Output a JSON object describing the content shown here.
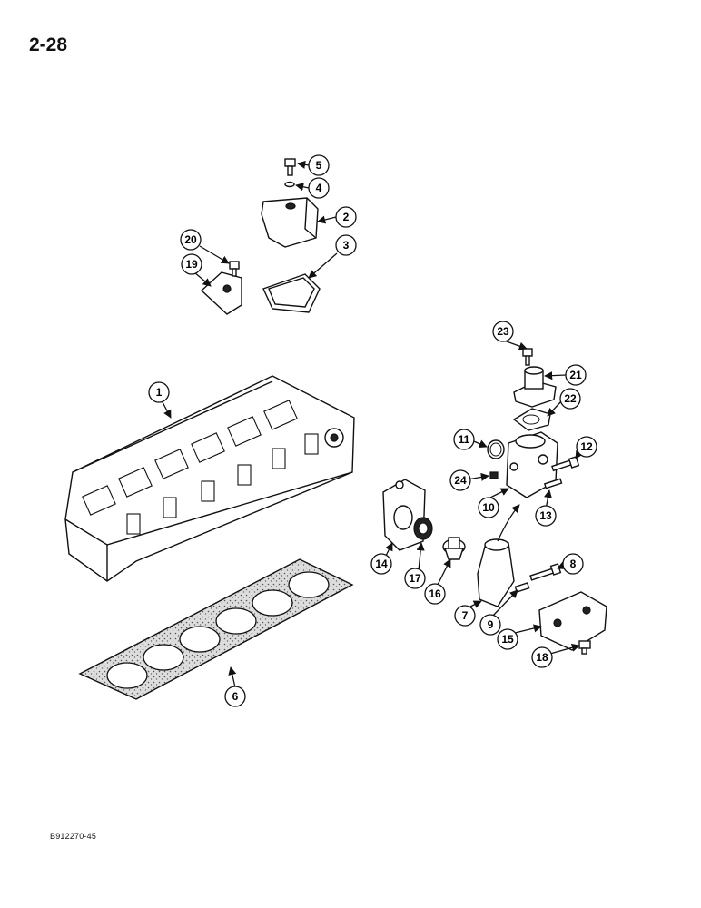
{
  "page": {
    "number": "2-28",
    "footer_code": "B912270-45"
  },
  "callouts": {
    "c1": "1",
    "c2": "2",
    "c3": "3",
    "c4": "4",
    "c5": "5",
    "c6": "6",
    "c7": "7",
    "c8": "8",
    "c9": "9",
    "c10": "10",
    "c11": "11",
    "c12": "12",
    "c13": "13",
    "c14": "14",
    "c15": "15",
    "c16": "16",
    "c17": "17",
    "c18": "18",
    "c19": "19",
    "c20": "20",
    "c21": "21",
    "c22": "22",
    "c23": "23",
    "c24": "24"
  }
}
